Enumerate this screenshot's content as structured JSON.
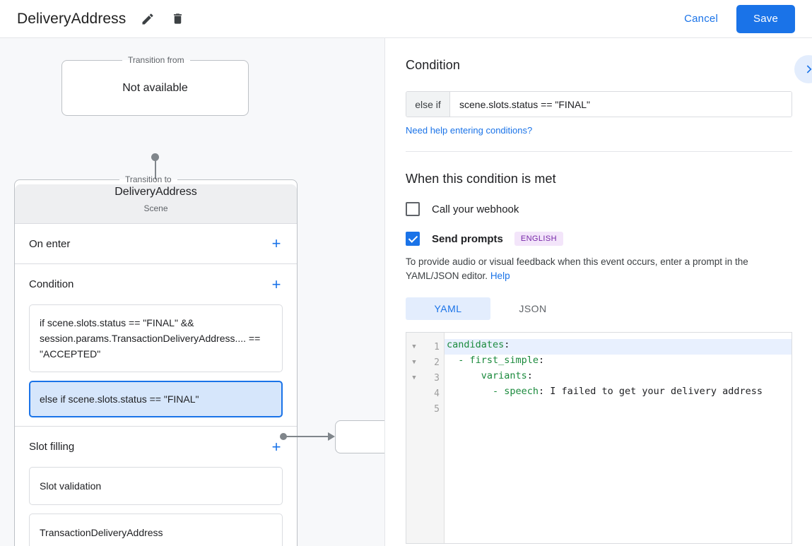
{
  "topbar": {
    "title": "DeliveryAddress",
    "edit_icon": "pencil-icon",
    "delete_icon": "trash-icon",
    "cancel_label": "Cancel",
    "save_label": "Save"
  },
  "graph": {
    "transition_from": {
      "legend": "Transition from",
      "value": "Not available"
    },
    "transition_to": {
      "legend": "Transition to",
      "scene_name": "DeliveryAddress",
      "scene_type": "Scene"
    },
    "sections": {
      "on_enter": {
        "title": "On enter",
        "add_label": "+"
      },
      "condition": {
        "title": "Condition",
        "add_label": "+",
        "items": [
          "if scene.slots.status == \"FINAL\" && session.params.TransactionDeliveryAddress.... == \"ACCEPTED\"",
          "else if scene.slots.status == \"FINAL\""
        ]
      },
      "slot_filling": {
        "title": "Slot filling",
        "add_label": "+",
        "items": [
          "Slot validation",
          "TransactionDeliveryAddress"
        ]
      }
    }
  },
  "detail": {
    "condition_heading": "Condition",
    "condition_prefix": "else if",
    "condition_value": "scene.slots.status == \"FINAL\"",
    "help_link": "Need help entering conditions?",
    "expand_icon": "chevron-right-icon",
    "when_met_heading": "When this condition is met",
    "webhook": {
      "label": "Call your webhook",
      "checked": false
    },
    "prompts": {
      "label": "Send prompts",
      "checked": true,
      "language_badge": "ENGLISH"
    },
    "helper_text": "To provide audio or visual feedback when this event occurs, enter a prompt in the YAML/JSON editor.",
    "helper_link": "Help",
    "tabs": [
      {
        "label": "YAML",
        "active": true
      },
      {
        "label": "JSON",
        "active": false
      }
    ],
    "editor": {
      "lines": [
        {
          "no": "1",
          "fold": true,
          "current": true,
          "key": "candidates",
          "indent": "",
          "text": ""
        },
        {
          "no": "2",
          "fold": true,
          "current": false,
          "key": "- first_simple",
          "indent": "  ",
          "text": ""
        },
        {
          "no": "3",
          "fold": true,
          "current": false,
          "key": "variants",
          "indent": "      ",
          "text": ""
        },
        {
          "no": "4",
          "fold": false,
          "current": false,
          "key": "- speech",
          "indent": "        ",
          "text": " I failed to get your delivery address"
        },
        {
          "no": "5",
          "fold": false,
          "current": false,
          "key": "",
          "indent": "",
          "text": ""
        }
      ]
    }
  },
  "colors": {
    "accent_blue": "#1a73e8",
    "selected_bg": "#d6e6fb",
    "badge_purple": "#7627a8",
    "yaml_key_green": "#1a8a3c"
  }
}
